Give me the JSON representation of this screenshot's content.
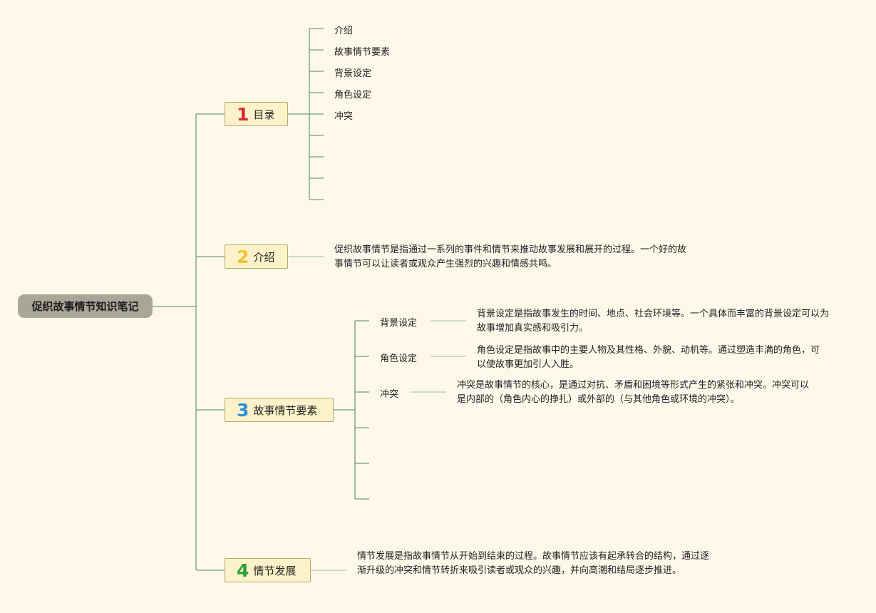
{
  "root": {
    "label": "促织故事情节知识笔记"
  },
  "colors": {
    "background": "#fdf8ea",
    "connector": "#6f9a86",
    "topic_fill": "#fbf2c9",
    "root_fill": "#a9a698",
    "num1": "#d9262d",
    "num2": "#f1c231",
    "num3": "#2b8fd8",
    "num4": "#2f9e3a"
  },
  "topics": [
    {
      "number": "1",
      "label": "目录",
      "items": [
        "介绍",
        "故事情节要素",
        "背景设定",
        "角色设定",
        "冲突"
      ]
    },
    {
      "number": "2",
      "label": "介绍",
      "text": "促织故事情节是指通过一系列的事件和情节来推动故事发展和展开的过程。一个好的故事情节可以让读者或观众产生强烈的兴趣和情感共鸣。"
    },
    {
      "number": "3",
      "label": "故事情节要素",
      "subtopics": [
        {
          "label": "背景设定",
          "text": "背景设定是指故事发生的时间、地点、社会环境等。一个具体而丰富的背景设定可以为故事增加真实感和吸引力。"
        },
        {
          "label": "角色设定",
          "text": "角色设定是指故事中的主要人物及其性格、外貌、动机等。通过塑造丰满的角色，可以使故事更加引人入胜。"
        },
        {
          "label": "冲突",
          "text": "冲突是故事情节的核心，是通过对抗、矛盾和困境等形式产生的紧张和冲突。冲突可以是内部的（角色内心的挣扎）或外部的（与其他角色或环境的冲突）。"
        }
      ]
    },
    {
      "number": "4",
      "label": "情节发展",
      "text": "情节发展是指故事情节从开始到结束的过程。故事情节应该有起承转合的结构，通过逐渐升级的冲突和情节转折来吸引读者或观众的兴趣，并向高潮和结局逐步推进。"
    }
  ]
}
